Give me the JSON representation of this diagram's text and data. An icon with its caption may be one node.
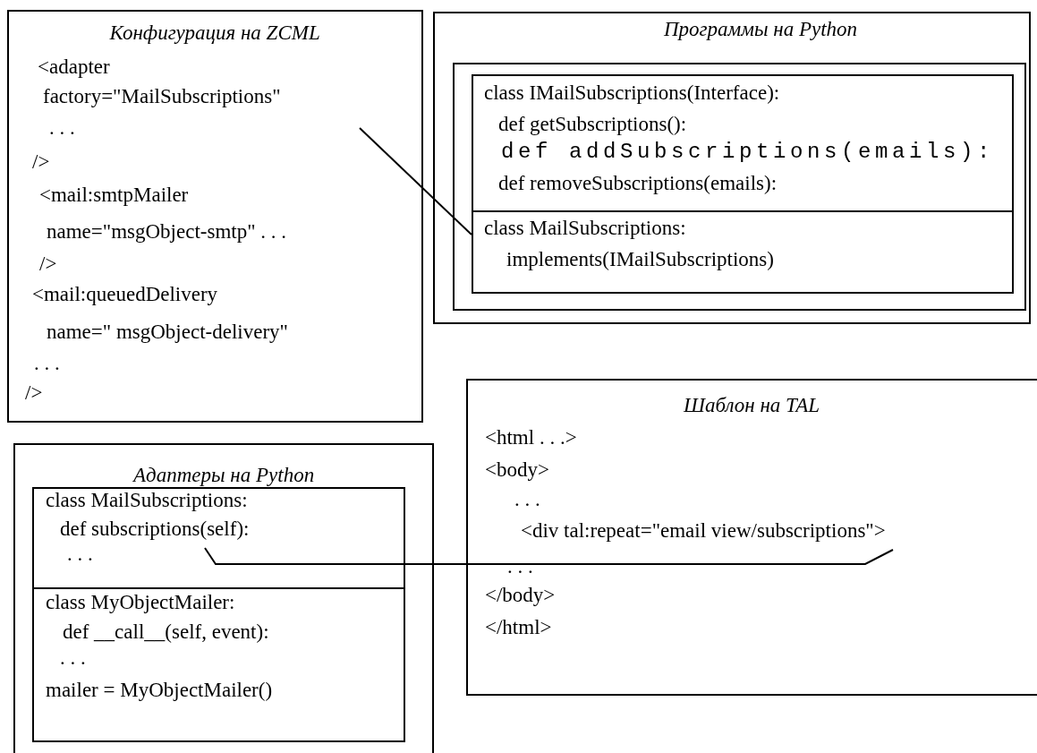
{
  "diagram": {
    "nodes": [
      {
        "text": [
          "Конфигурация на ZCML",
          "<adapter",
          "factory=\"MailSubscriptions\"",
          ". . .",
          "/>",
          "<mail:smtpMailer",
          "name=\"msgObject-smtp\" . . .",
          "/>",
          "<mail:queuedDelivery",
          "name=\" msgObject-delivery\"",
          ". . .",
          "/>"
        ]
      },
      {
        "text": [
          "Программы на Python"
        ]
      },
      {
        "text": [],
        "shape": "box",
        "in": 1
      },
      {
        "text": [
          "class IMailSubscriptions(Interface):",
          "def getSubscriptions():",
          "def addSubscriptions(emails):",
          "def removeSubscriptions(emails):"
        ],
        "in": 2
      },
      {
        "text": [
          "class MailSubscriptions:",
          "implements(IMailSubscriptions)"
        ],
        "in": 2
      },
      {
        "text": [
          "Адаптеры на Python"
        ]
      },
      {
        "text": [
          "class MailSubscriptions:",
          "def subscriptions(self):",
          ". . ."
        ],
        "in": 5
      },
      {
        "text": [
          "class MyObjectMailer:",
          "def __call__(self, event):",
          ". . .",
          "mailer = MyObjectMailer()"
        ],
        "in": 5
      },
      {
        "text": [
          "Шаблон на TAL",
          "<html . . .>",
          "<body>",
          ". . .",
          "<div tal:repeat=\"email view/subscriptions\">",
          ". . .",
          "</body>",
          "</html>"
        ]
      }
    ],
    "edges": [
      {
        "from": 0,
        "to": 4,
        "arrow": "none"
      },
      {
        "from": 6,
        "to": 8,
        "arrow": "none"
      }
    ]
  }
}
